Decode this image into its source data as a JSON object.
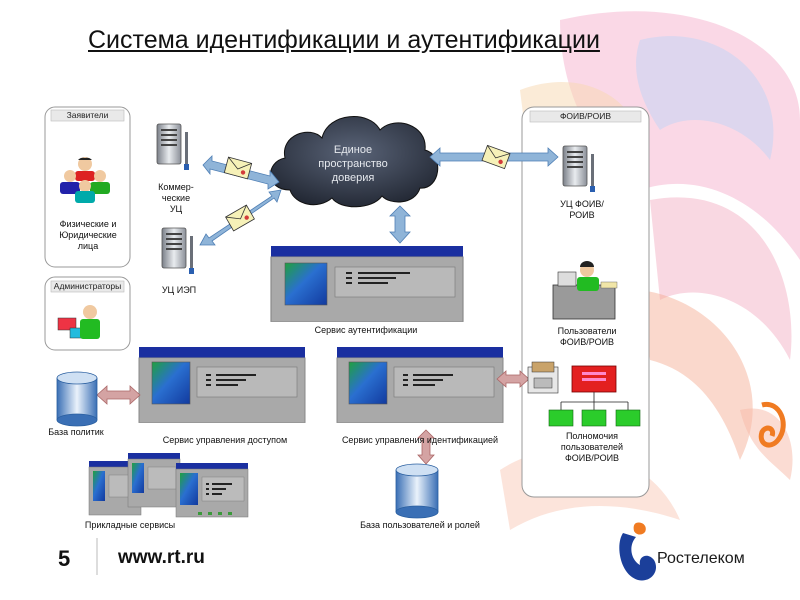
{
  "slide": {
    "title": "Система идентификации и аутентификации",
    "number": "5",
    "url": "www.rt.ru",
    "brand": "Ростелеком"
  },
  "colors": {
    "blue_bar": "#1a2fa0",
    "window_gray": "#a9a9a9",
    "arrow_blue": "#8fb4d8",
    "arrow_pink": "#d4a3a3",
    "cloud": "#2a3040",
    "red_box": "#e32020",
    "green_box": "#2bcc2b",
    "brand_blue": "#1b3f9a",
    "brand_orange": "#f07b22"
  },
  "panels": {
    "applicants": "Заявители",
    "administrators": "Администраторы",
    "foiv": "ФОИВ/РОИВ"
  },
  "labels": {
    "individuals": "Физические и Юридические лица",
    "commercial_ca": "Коммер-ческие УЦ",
    "ca_iep": "УЦ ИЭП",
    "trust_space": "Единое пространство доверия",
    "ca_foiv": "УЦ ФОИВ/ РОИВ",
    "auth_service": "Сервис аутентификации",
    "users_foiv": "Пользователи ФОИВ/РОИВ",
    "policy_db": "База политик",
    "access_service": "Сервис управления доступом",
    "identity_service": "Сервис управления идентификацией",
    "powers": "Полномочия пользователей ФОИВ/РОИВ",
    "app_services": "Прикладные сервисы",
    "user_db": "База пользователей и ролей"
  }
}
